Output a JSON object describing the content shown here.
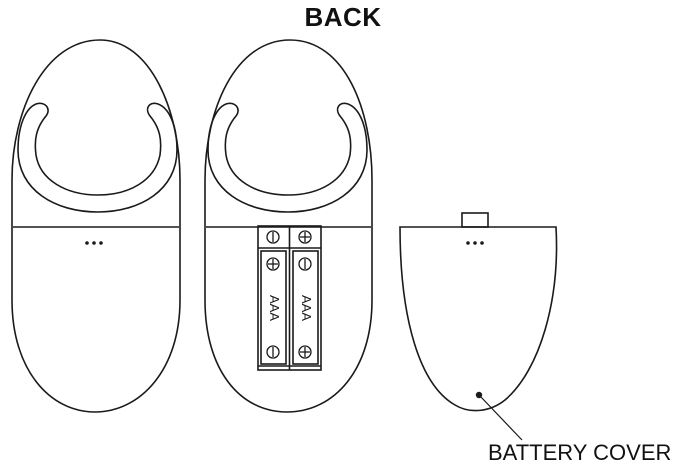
{
  "diagram": {
    "title": "BACK",
    "battery_cover_label": "BATTERY COVER",
    "battery_label": "AAA",
    "plus_symbol": "⊕",
    "minus_symbol": "⊖",
    "line_color": "#1a1a1a"
  }
}
